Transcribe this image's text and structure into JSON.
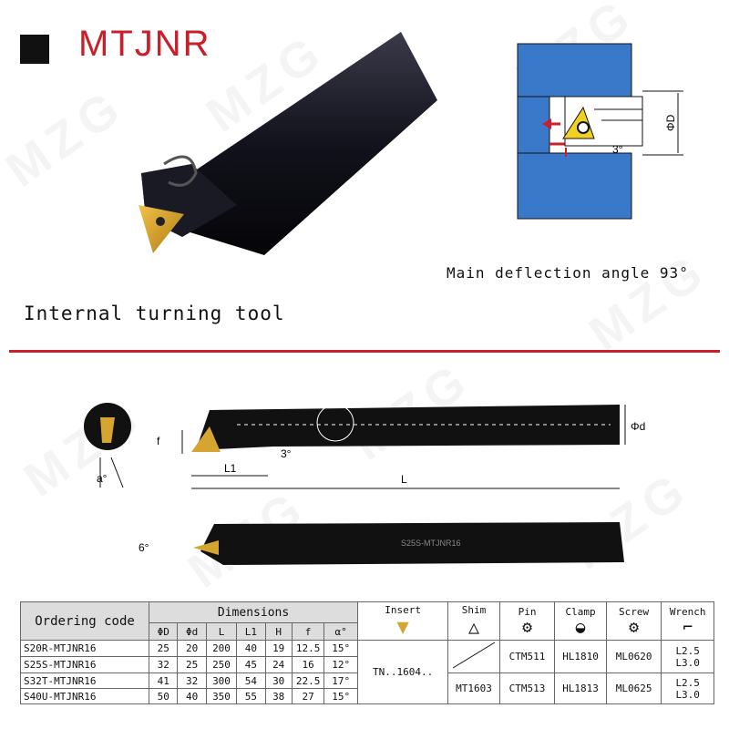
{
  "header": {
    "title": "MTJNR"
  },
  "labels": {
    "subtitle": "Internal turning tool",
    "deflection": "Main deflection angle 93°",
    "watermark": "MZG"
  },
  "diagram": {
    "phi_D": "ΦD",
    "phi_d": "Φd",
    "angle_3": "3°",
    "f": "f",
    "L1": "L1",
    "L": "L",
    "alpha": "a°",
    "angle_6": "6°",
    "bar_marking": "S25S-MTJNR16"
  },
  "table": {
    "ordering_code": "Ordering code",
    "dimensions": "Dimensions",
    "insert": "Insert",
    "shim": "Shim",
    "pin": "Pin",
    "clamp": "Clamp",
    "screw": "Screw",
    "wrench": "Wrench",
    "sub_headers": [
      "ΦD",
      "Φd",
      "L",
      "L1",
      "H",
      "f",
      "α°"
    ],
    "rows": [
      [
        "S20R-MTJNR16",
        "25",
        "20",
        "200",
        "40",
        "19",
        "12.5",
        "15°"
      ],
      [
        "S25S-MTJNR16",
        "32",
        "25",
        "250",
        "45",
        "24",
        "16",
        "12°"
      ],
      [
        "S32T-MTJNR16",
        "41",
        "32",
        "300",
        "54",
        "30",
        "22.5",
        "17°"
      ],
      [
        "S40U-MTJNR16",
        "50",
        "40",
        "350",
        "55",
        "38",
        "27",
        "15°"
      ]
    ],
    "insert_value": "TN..1604..",
    "group1": {
      "pin": "CTM511",
      "clamp": "HL1810",
      "screw": "ML0620",
      "wrench1": "L2.5",
      "wrench2": "L3.0"
    },
    "group2": {
      "shim": "MT1603",
      "pin": "CTM513",
      "clamp": "HL1813",
      "screw": "ML0625",
      "wrench1": "L2.5",
      "wrench2": "L3.0"
    }
  },
  "colors": {
    "accent": "#c8202a",
    "workpiece": "#3a78c9",
    "insert": "#d6a431"
  }
}
